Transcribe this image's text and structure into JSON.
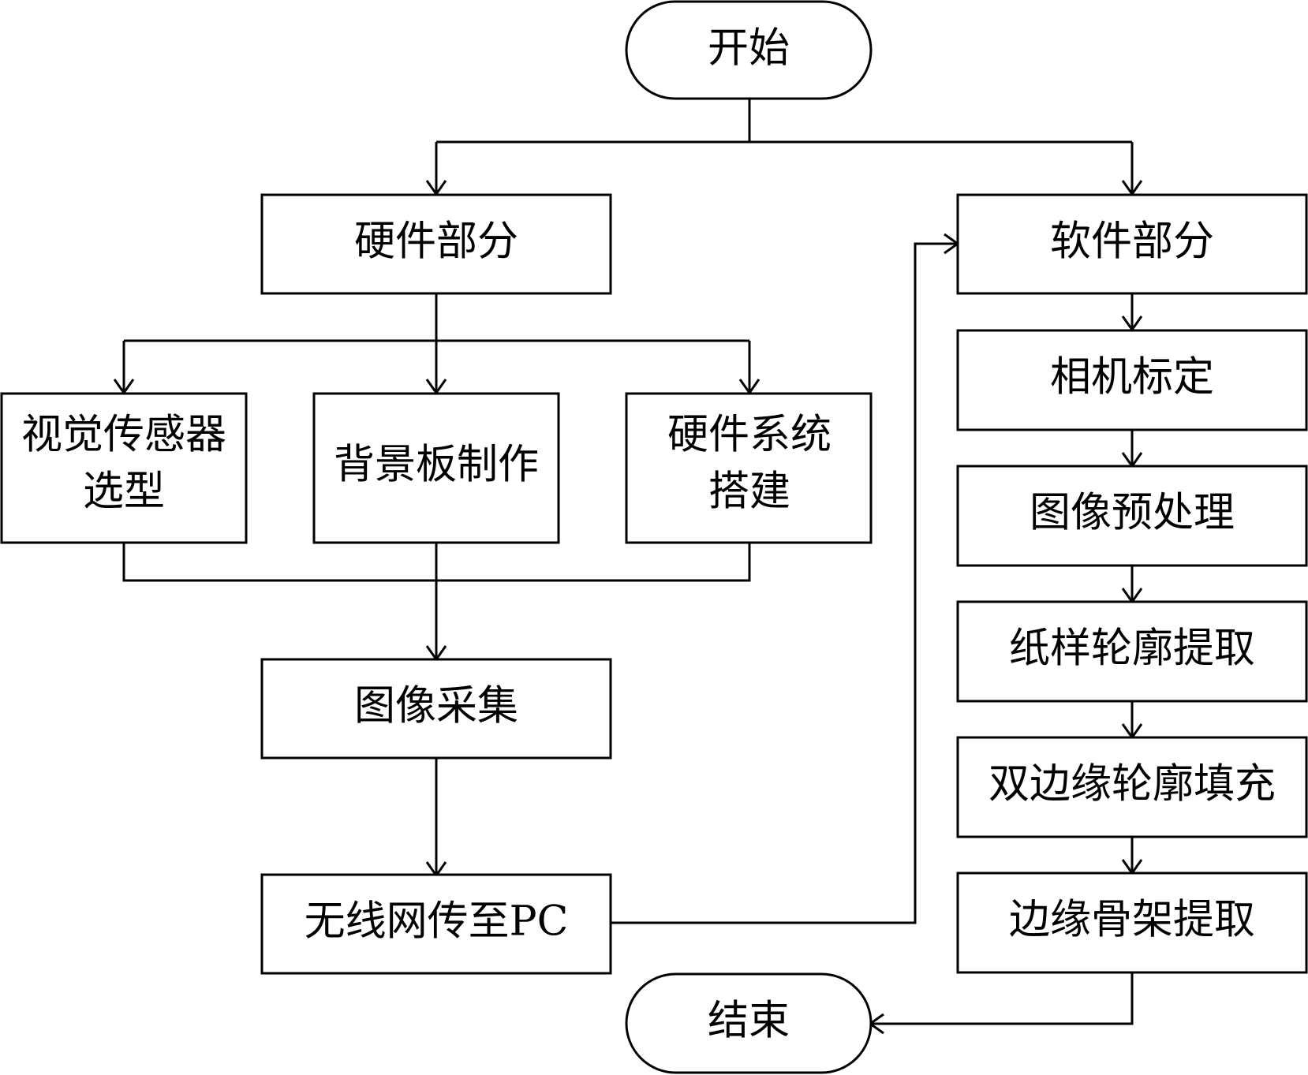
{
  "nodes": {
    "start": "开始",
    "hardware": "硬件部分",
    "software": "软件部分",
    "sensor_line1": "视觉传感器",
    "sensor_line2": "选型",
    "background": "背景板制作",
    "hwsys_line1": "硬件系统",
    "hwsys_line2": "搭建",
    "capture": "图像采集",
    "wireless": "无线网传至PC",
    "calibration": "相机标定",
    "preprocess": "图像预处理",
    "contour": "纸样轮廓提取",
    "fill": "双边缘轮廓填充",
    "skeleton": "边缘骨架提取",
    "end": "结束"
  }
}
